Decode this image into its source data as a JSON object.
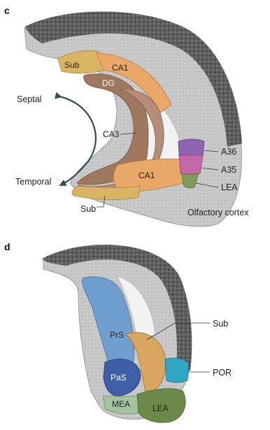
{
  "panels": {
    "c": {
      "letter": "c",
      "direction": {
        "top": "Septal",
        "bottom": "Temporal"
      },
      "regions": {
        "sub_top": "Sub",
        "ca1_top": "CA1",
        "dg": "DG",
        "ca3": "CA3",
        "ca1_bottom": "CA1",
        "sub_bottom": "Sub"
      },
      "side_labels": {
        "a36": "A36",
        "a35": "A35",
        "lea": "LEA",
        "olfactory": "Olfactory cortex"
      },
      "colors": {
        "sub": "#d9b462",
        "ca1": "#eaa868",
        "dg": "#a07860",
        "ca3": "#b48e7a",
        "a36": "#8e64b0",
        "a35": "#c468a8",
        "lea": "#7f9c5c",
        "arrow": "#2f4e5c"
      }
    },
    "d": {
      "letter": "d",
      "regions": {
        "prs": "PrS",
        "pas": "PaS",
        "mea": "MEA",
        "lea": "LEA"
      },
      "side_labels": {
        "sub": "Sub",
        "por": "POR"
      },
      "colors": {
        "prs": "#6f9fcf",
        "pas": "#3f5ea6",
        "sub": "#d9a560",
        "mea": "#a3c3a0",
        "lea": "#6b8a4a",
        "por": "#2ea6c4"
      }
    }
  }
}
